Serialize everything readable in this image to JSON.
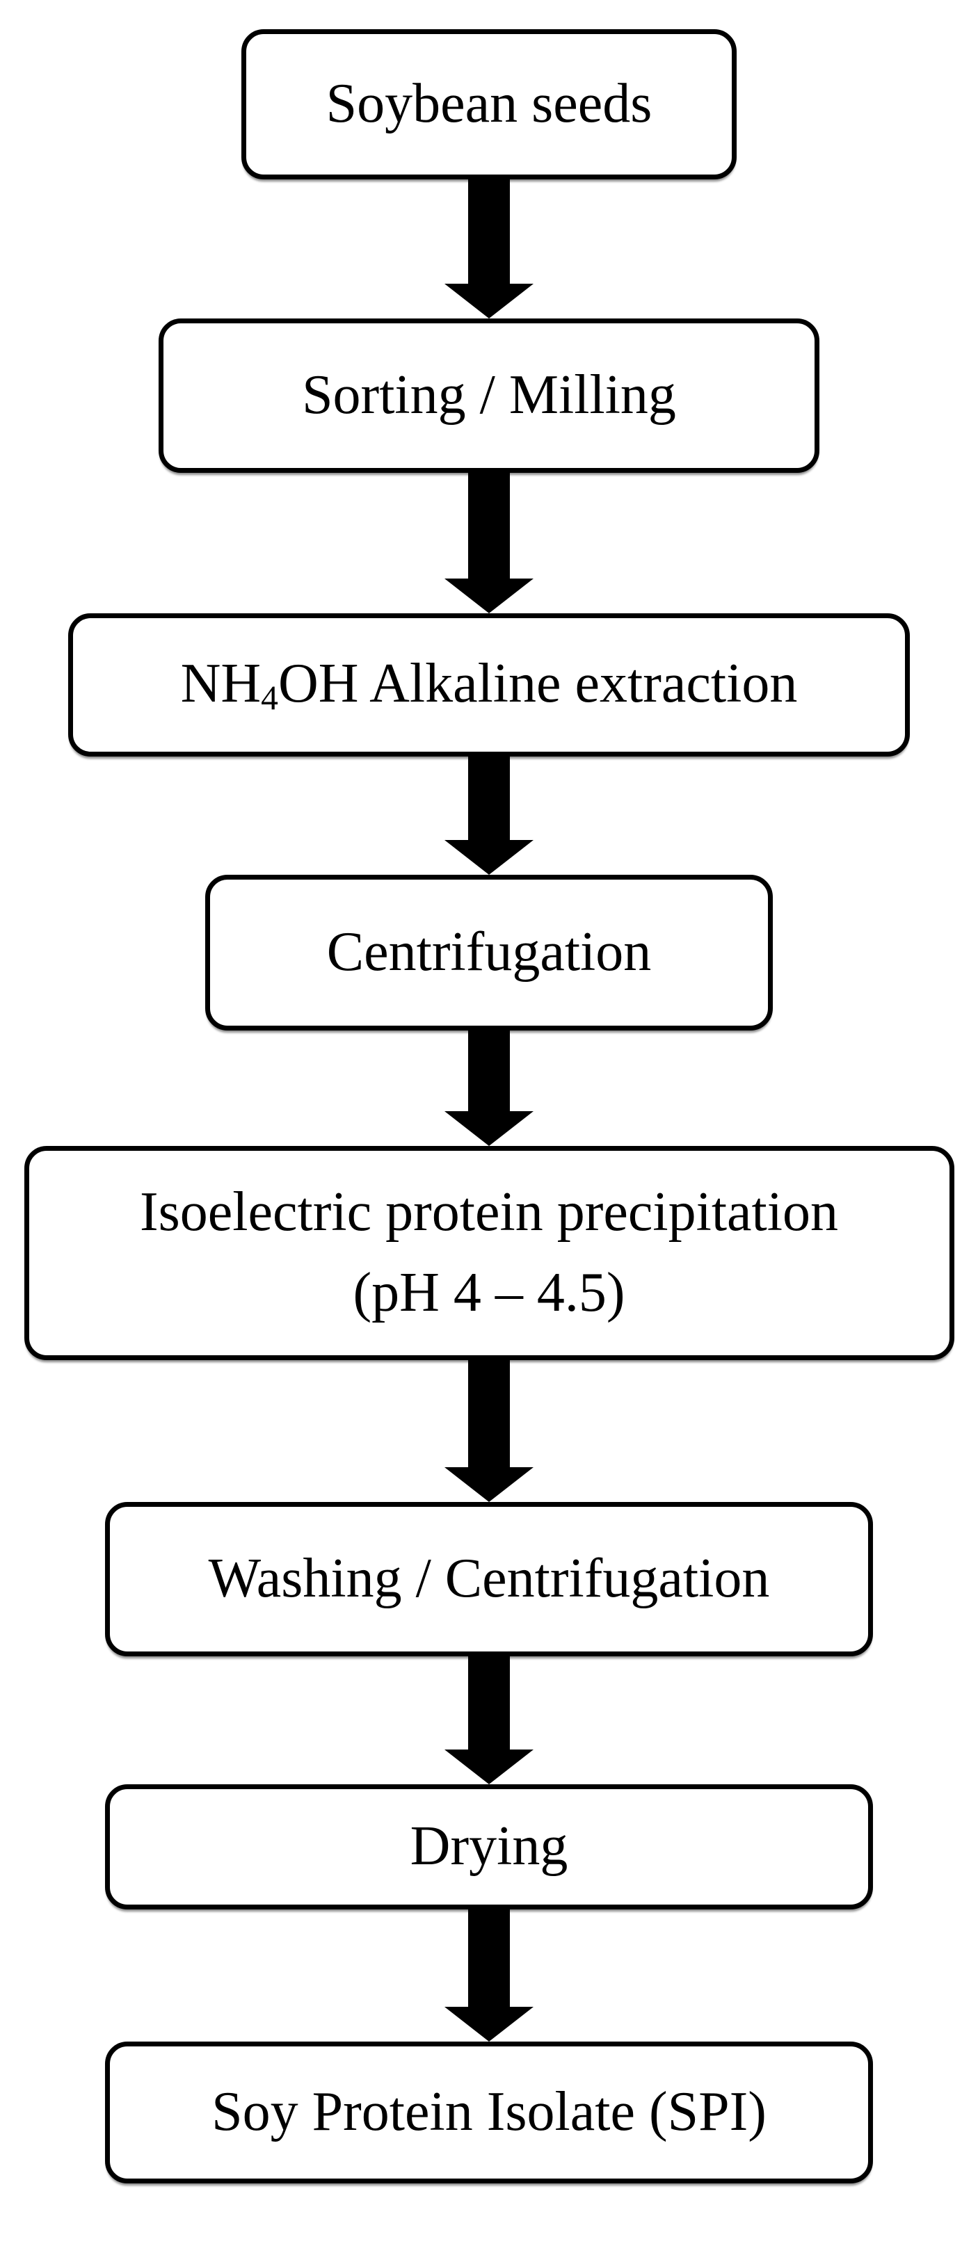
{
  "flowchart": {
    "direction": "top-down",
    "connector_style": "solid-black-down-arrow",
    "colors": {
      "background": "#ffffff",
      "node_fill": "#ffffff",
      "node_border": "#000000",
      "text": "#000000",
      "arrow": "#000000"
    },
    "nodes": [
      {
        "id": "soybean-seeds",
        "lines": [
          [
            {
              "t": "Soybean seeds"
            }
          ]
        ]
      },
      {
        "id": "sorting-milling",
        "lines": [
          [
            {
              "t": "Sorting / Milling"
            }
          ]
        ]
      },
      {
        "id": "nh4oh-alkaline-extraction",
        "lines": [
          [
            {
              "t": "NH"
            },
            {
              "t": "4",
              "sub": true
            },
            {
              "t": "OH Alkaline extraction"
            }
          ]
        ]
      },
      {
        "id": "centrifugation",
        "lines": [
          [
            {
              "t": "Centrifugation"
            }
          ]
        ]
      },
      {
        "id": "isoelectric-protein-precipitation",
        "lines": [
          [
            {
              "t": "Isoelectric protein precipitation"
            }
          ],
          [
            {
              "t": "(pH 4 – 4.5)"
            }
          ]
        ]
      },
      {
        "id": "washing-centrifugation",
        "lines": [
          [
            {
              "t": "Washing / Centrifugation"
            }
          ]
        ]
      },
      {
        "id": "drying",
        "lines": [
          [
            {
              "t": "Drying"
            }
          ]
        ]
      },
      {
        "id": "soy-protein-isolate",
        "lines": [
          [
            {
              "t": "Soy Protein Isolate (SPI)"
            }
          ]
        ]
      }
    ]
  }
}
